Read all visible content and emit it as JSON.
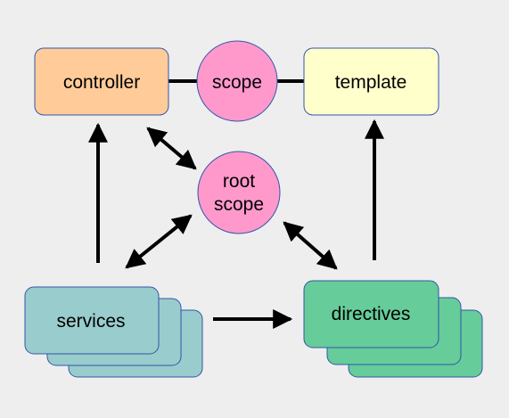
{
  "diagram": {
    "controller": {
      "label": "controller",
      "color": "#ffcc99"
    },
    "scope": {
      "label": "scope",
      "color": "#ff99cc"
    },
    "template": {
      "label": "template",
      "color": "#ffffcc"
    },
    "root_scope": {
      "line1": "root",
      "line2": "scope",
      "color": "#ff99cc"
    },
    "services": {
      "label": "services",
      "color": "#99cccc"
    },
    "directives": {
      "label": "directives",
      "color": "#66cc99"
    },
    "border_color": "#3355aa",
    "background": "#eeeeee"
  }
}
